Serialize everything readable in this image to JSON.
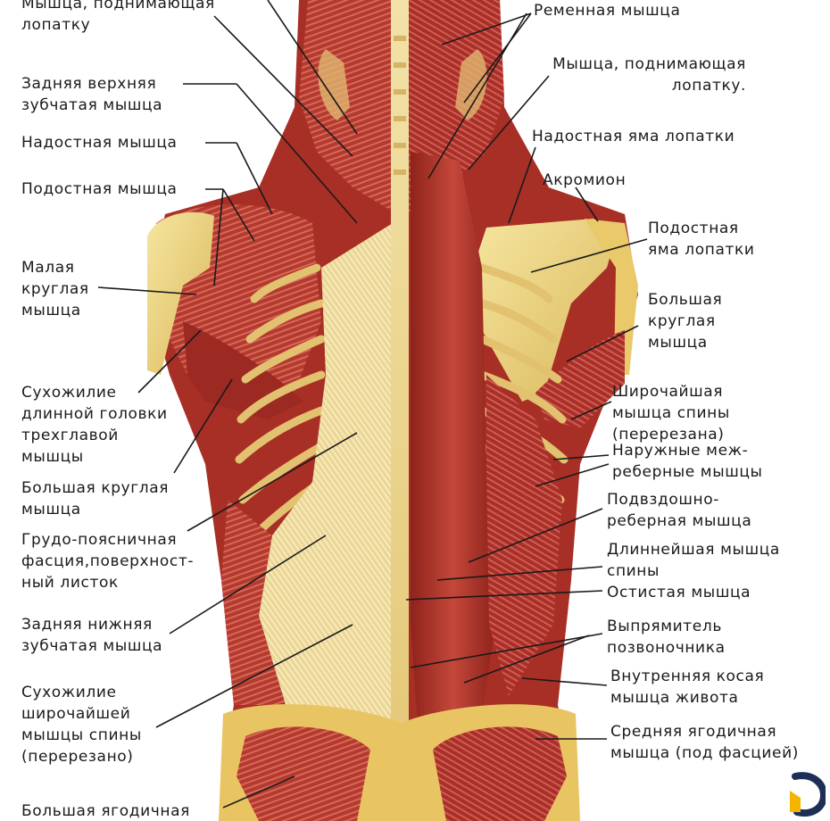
{
  "labels_left": [
    {
      "id": "levator-scapulae-left",
      "lines": [
        "Мышца, поднимающая",
        "лопатку"
      ]
    },
    {
      "id": "serratus-posterior-superior",
      "lines": [
        "Задняя верхняя",
        "зубчатая мышца"
      ]
    },
    {
      "id": "supraspinatus-muscle",
      "lines": [
        "Надостная мышца"
      ]
    },
    {
      "id": "infraspinatus-muscle",
      "lines": [
        "Подостная мышца"
      ]
    },
    {
      "id": "teres-minor",
      "lines": [
        "Малая",
        "круглая",
        "мышца"
      ]
    },
    {
      "id": "triceps-long-head-tendon",
      "lines": [
        "Сухожилие",
        "длинной головки",
        "трехглавой",
        "мышцы"
      ]
    },
    {
      "id": "teres-major-left",
      "lines": [
        "Большая круглая",
        "мышца"
      ]
    },
    {
      "id": "thoracolumbar-fascia",
      "lines": [
        "Грудо-поясничная",
        "фасция,поверхност-",
        "ный листок"
      ]
    },
    {
      "id": "serratus-posterior-inferior",
      "lines": [
        "Задняя нижняя",
        "зубчатая мышца"
      ]
    },
    {
      "id": "latissimus-tendon",
      "lines": [
        "Сухожилие",
        "широчайшей",
        "мышцы спины",
        "(перерезано)"
      ]
    },
    {
      "id": "gluteus-maximus",
      "lines": [
        "Большая ягодичная"
      ]
    }
  ],
  "labels_right": [
    {
      "id": "splenius-muscle",
      "lines": [
        "Ременная мышца"
      ]
    },
    {
      "id": "levator-scapulae-right",
      "lines": [
        "Мышца, поднимающая",
        "лопатку."
      ]
    },
    {
      "id": "supraspinous-fossa",
      "lines": [
        "Надостная яма лопатки"
      ]
    },
    {
      "id": "acromion",
      "lines": [
        "Акромион"
      ]
    },
    {
      "id": "infraspinous-fossa",
      "lines": [
        "Подостная",
        "яма лопатки"
      ]
    },
    {
      "id": "teres-major-right",
      "lines": [
        "Большая",
        "круглая",
        "мышца"
      ]
    },
    {
      "id": "latissimus-dorsi-cut",
      "lines": [
        "Широчайшая",
        "мышца спины",
        "(перерезана)"
      ]
    },
    {
      "id": "external-intercostals",
      "lines": [
        "Наружные меж-",
        "реберные мышцы"
      ]
    },
    {
      "id": "iliocostalis",
      "lines": [
        "Подвздошно-",
        "реберная мышца"
      ]
    },
    {
      "id": "longissimus",
      "lines": [
        "Длиннейшая мышца",
        "спины"
      ]
    },
    {
      "id": "spinalis",
      "lines": [
        "Остистая мышца"
      ]
    },
    {
      "id": "erector-spinae",
      "lines": [
        "Выпрямитель",
        "позвоночника"
      ]
    },
    {
      "id": "internal-oblique",
      "lines": [
        "Внутренняя косая",
        "мышца живота"
      ]
    },
    {
      "id": "gluteus-medius",
      "lines": [
        "Средняя ягодичная",
        "мышца (под фасцией)"
      ]
    }
  ],
  "colors": {
    "muscle": "#b8342a",
    "muscle_dark": "#7d1c16",
    "tendon": "#e8cf86",
    "bone": "#f0d882",
    "leader_line": "#1a1a1a",
    "logo_ring": "#1d2f57",
    "logo_accent": "#f4b400"
  }
}
